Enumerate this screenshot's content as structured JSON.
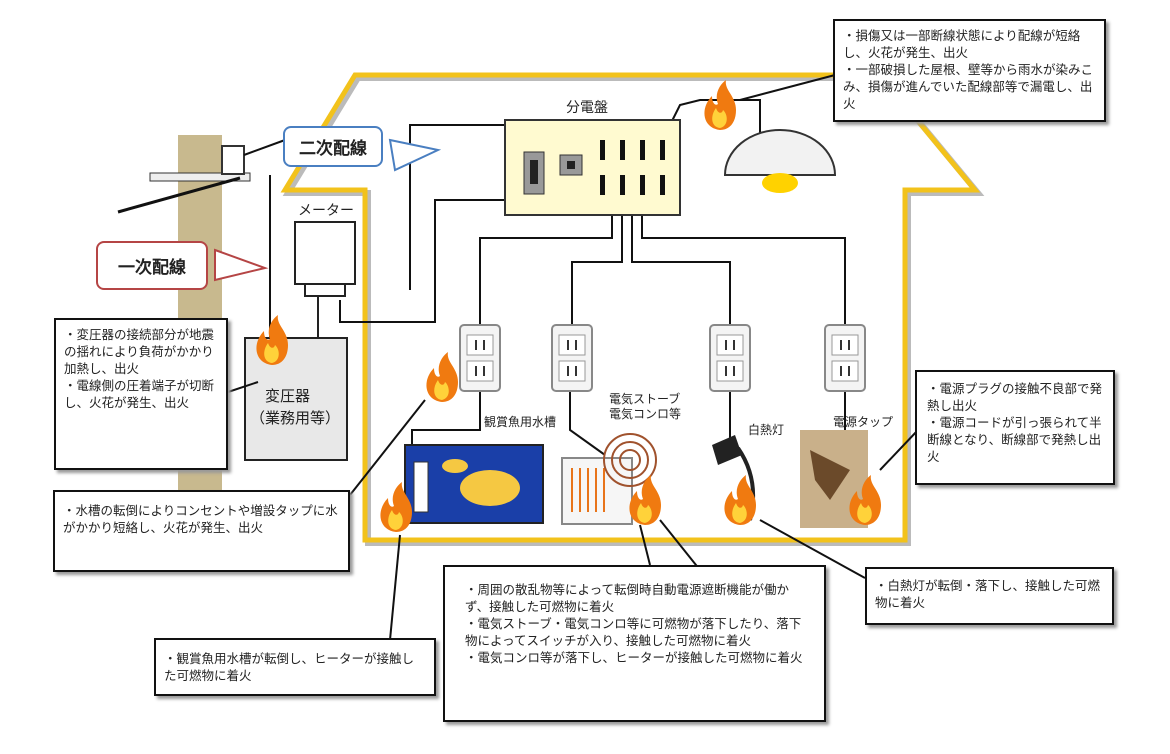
{
  "labels": {
    "panel": "分電盤",
    "secondary_wiring": "二次配線",
    "primary_wiring": "一次配線",
    "meter": "メーター",
    "transformer": "変圧器",
    "transformer_sub": "（業務用等）",
    "aquarium": "観賞魚用水槽",
    "stove": "電気ストーブ",
    "stove2": "電気コンロ等",
    "bulb": "白熱灯",
    "power_strip": "電源タップ"
  },
  "callouts": {
    "wiring": [
      "・損傷又は一部断線状態により配線が短絡し、火花が発生、出火",
      "・一部破損した屋根、壁等から雨水が染みこみ、損傷が進んでいた配線部等で漏電し、出火"
    ],
    "transformer": [
      "・変圧器の接続部分が地震の揺れにより負荷がかかり加熱し、出火",
      "・電線側の圧着端子が切断し、火花が発生、出火"
    ],
    "tank_short": [
      "・水槽の転倒によりコンセントや増設タップに水がかかり短絡し、火花が発生、出火"
    ],
    "tank_heater": [
      "・観賞魚用水槽が転倒し、ヒーターが接触した可燃物に着火"
    ],
    "stove": [
      "・周囲の散乱物等によって転倒時自動電源遮断機能が働かず、接触した可燃物に着火",
      "・電気ストーブ・電気コンロ等に可燃物が落下したり、落下物によってスイッチが入り、接触した可燃物に着火",
      "・電気コンロ等が落下し、ヒーターが接触した可燃物に着火"
    ],
    "bulb": [
      "・白熱灯が転倒・落下し、接触した可燃物に着火"
    ],
    "plug": [
      "・電源プラグの接触不良部で発熱し出火",
      "・電源コードが引っ張られて半断線となり、断線部で発熱し出火"
    ]
  },
  "colors": {
    "house_outline": "#f2c21b",
    "panel_fill": "#fffad0",
    "secondary_border": "#4a7fc1",
    "primary_border": "#b54545",
    "pole": "#c8b98e",
    "flame": "#f07a10"
  }
}
